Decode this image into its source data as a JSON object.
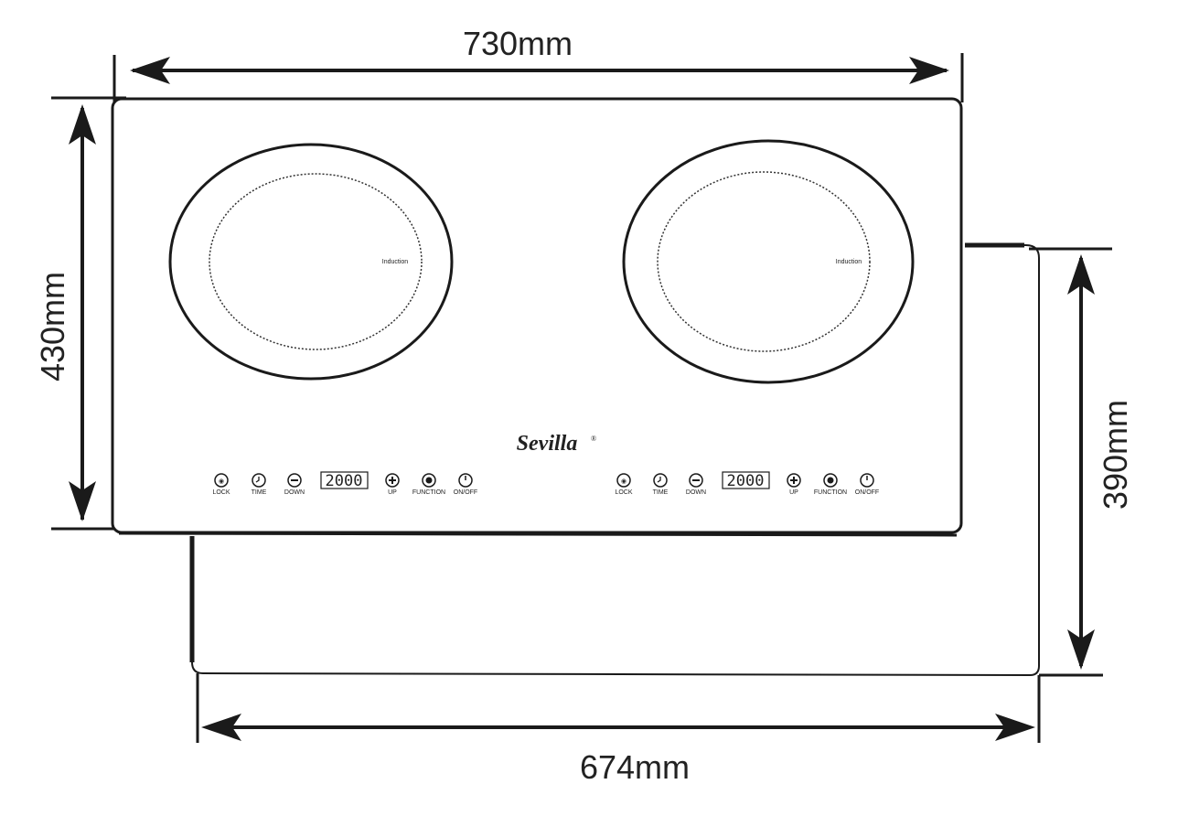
{
  "dimensions": {
    "top_width": "730mm",
    "left_height": "430mm",
    "right_height": "390mm",
    "bottom_width": "674mm"
  },
  "brand": {
    "name": "Sevilla",
    "mark": "®"
  },
  "zones": {
    "left": {
      "label": "Induction"
    },
    "right": {
      "label": "Induction"
    }
  },
  "panel_left": {
    "lock": "LOCK",
    "time": "TIME",
    "down": "DOWN",
    "display": "2000",
    "up": "UP",
    "function": "FUNCTION",
    "onoff": "ON/OFF"
  },
  "panel_right": {
    "lock": "LOCK",
    "time": "TIME",
    "down": "DOWN",
    "display": "2000",
    "up": "UP",
    "function": "FUNCTION",
    "onoff": "ON/OFF"
  },
  "icons": [
    "lock-icon",
    "clock-icon",
    "minus-icon",
    "plus-icon",
    "function-icon",
    "power-icon"
  ],
  "colors": {
    "line": "#1a1a1a",
    "background": "#ffffff"
  }
}
